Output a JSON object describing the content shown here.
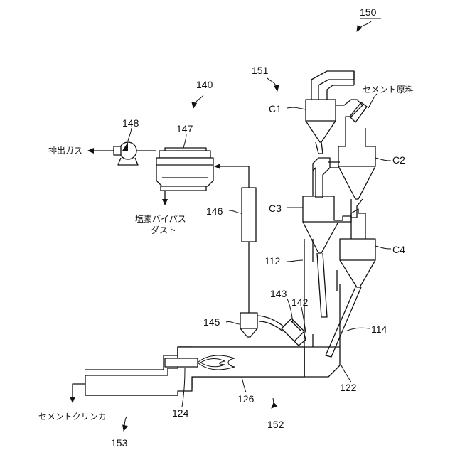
{
  "labels": {
    "n150": "150",
    "n151": "151",
    "n140": "140",
    "n148": "148",
    "n147": "147",
    "n146": "146",
    "n145": "145",
    "n143": "143",
    "n142": "142",
    "n112": "112",
    "n114": "114",
    "n122": "122",
    "n126": "126",
    "n124": "124",
    "n152": "152",
    "n153": "153",
    "c1": "C1",
    "c2": "C2",
    "c3": "C3",
    "c4": "C4"
  },
  "text": {
    "exhaust_gas": "排出ガス",
    "cement_raw_material": "セメント原料",
    "chlorine_bypass_dust_line1": "塩素バイパス",
    "chlorine_bypass_dust_line2": "ダスト",
    "cement_clinker": "セメントクリンカ"
  },
  "colors": {
    "line": "#111111",
    "background": "#ffffff"
  }
}
